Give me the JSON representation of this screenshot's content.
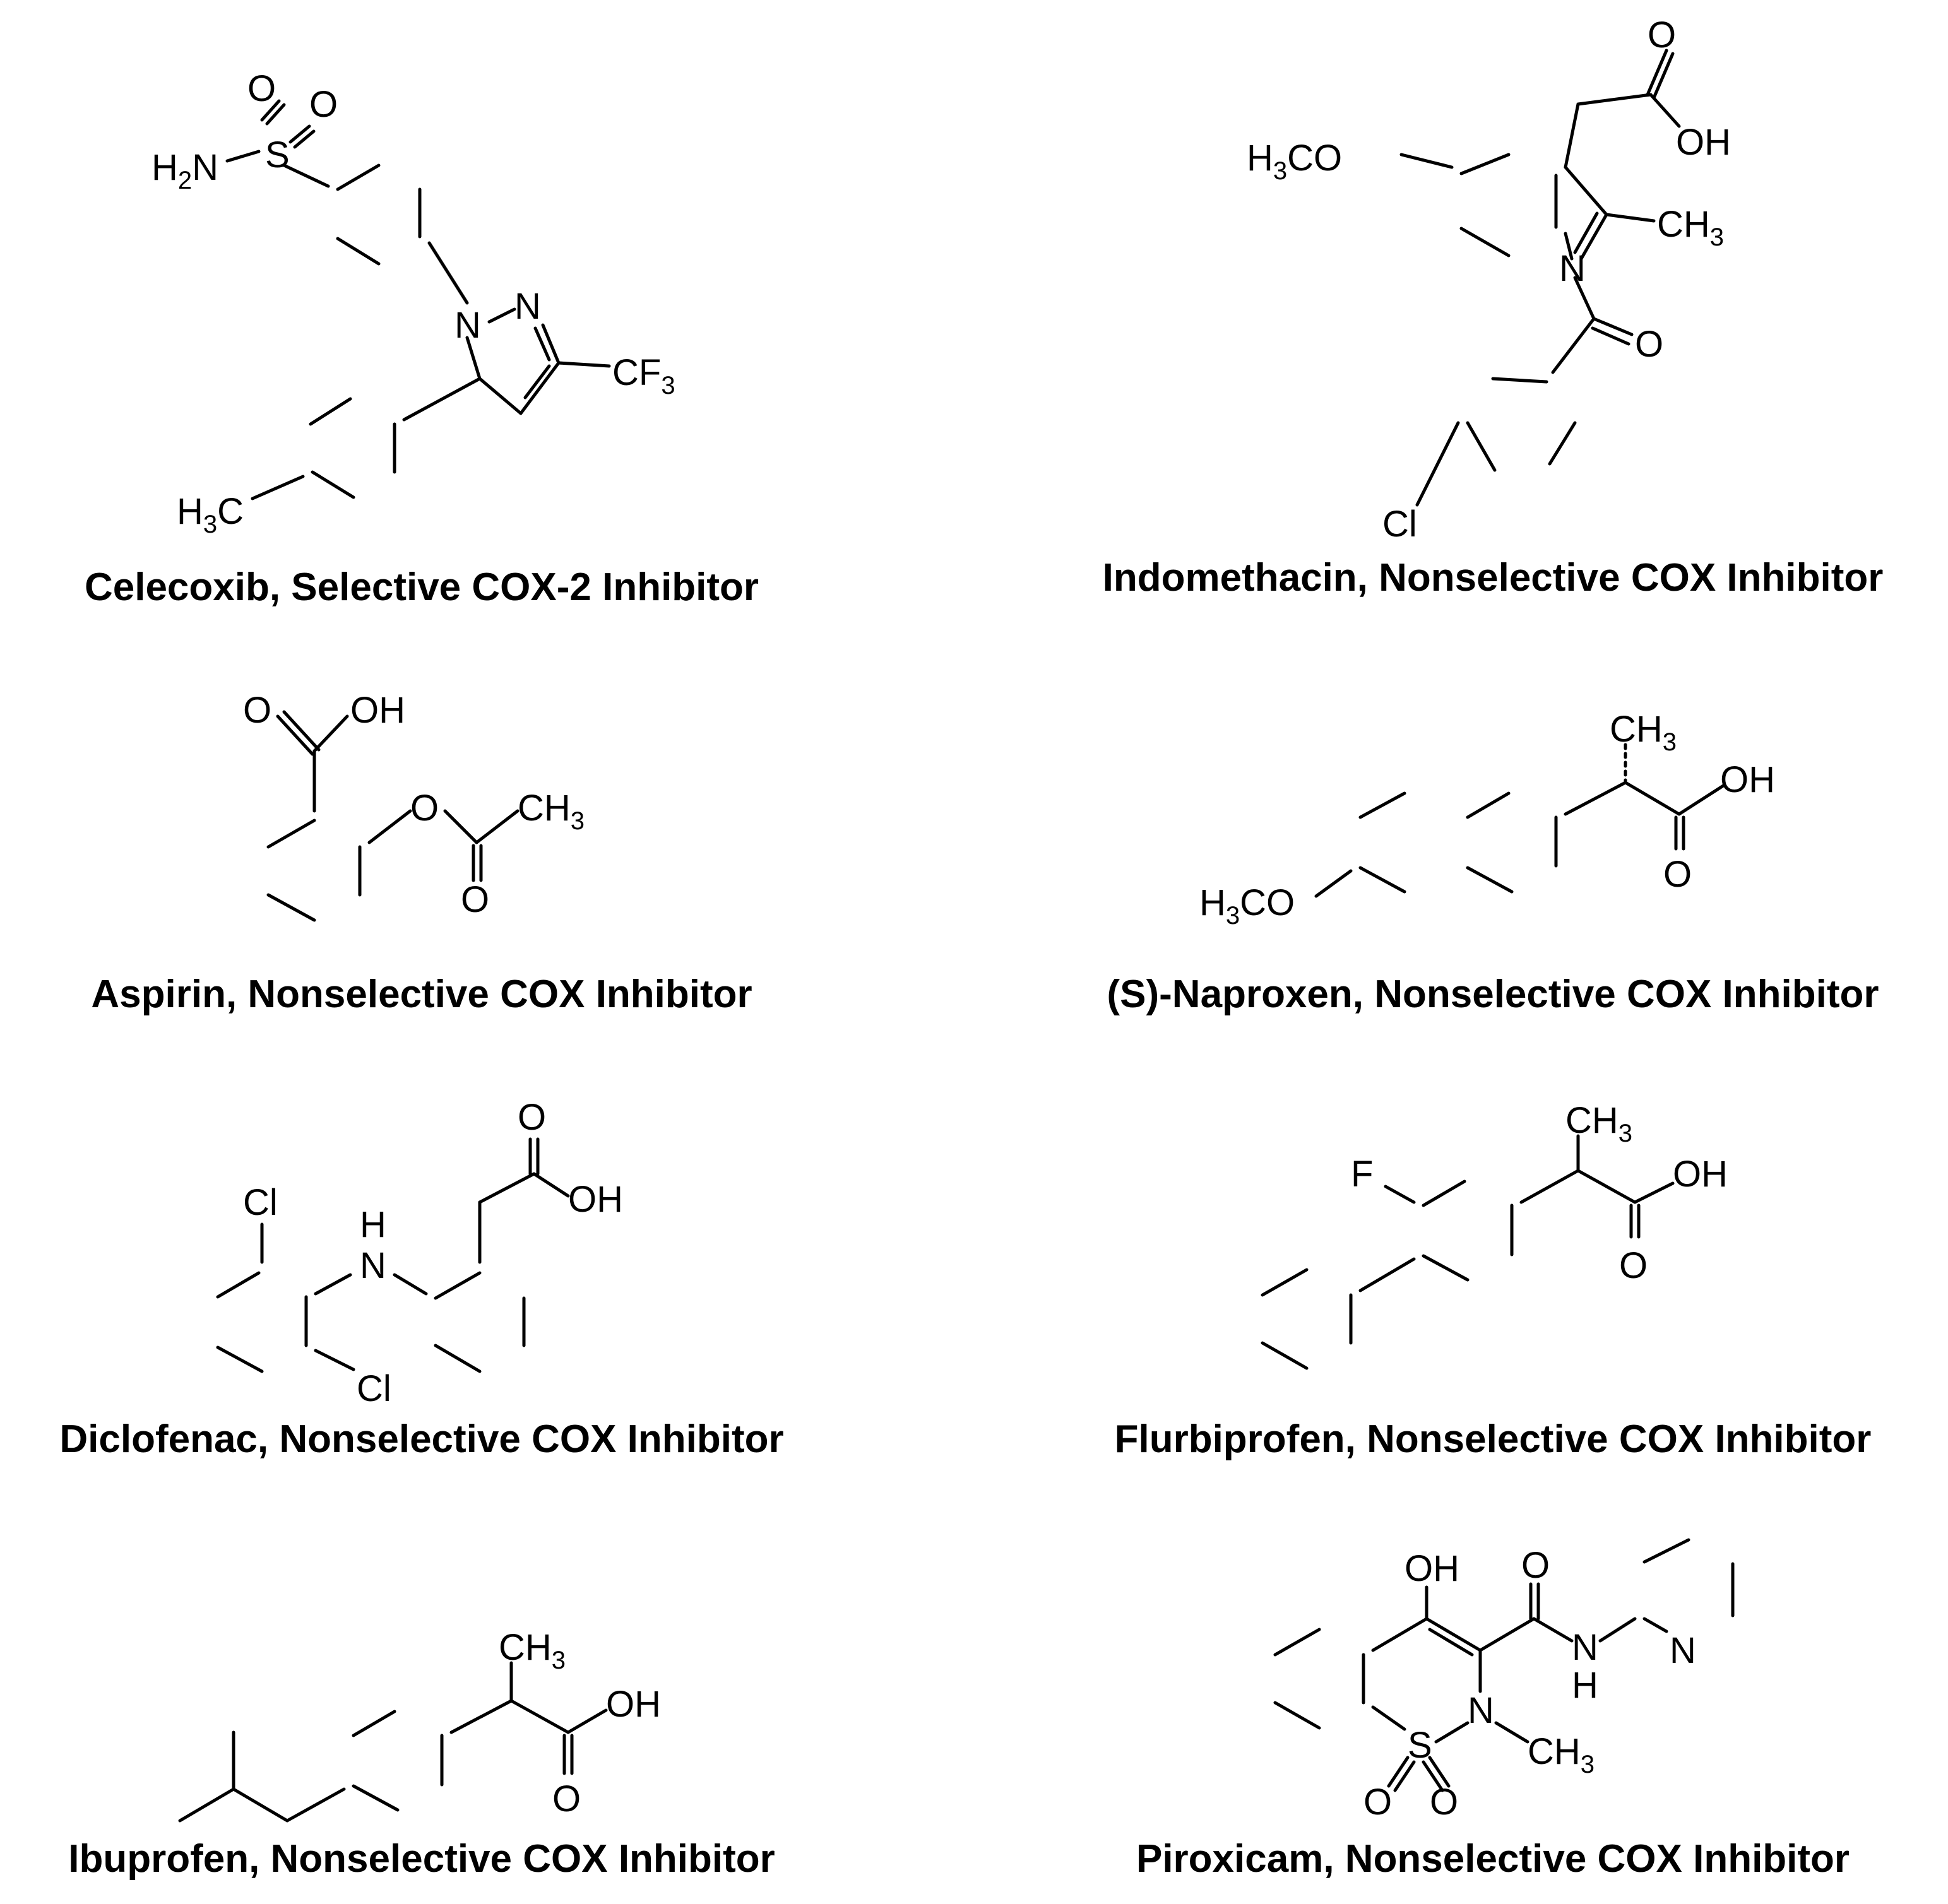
{
  "molecules": [
    {
      "id": "celecoxib",
      "caption": "Celecoxib, Selective COX-2 Inhibitor",
      "atoms": {
        "o1": "O",
        "o2": "O",
        "h2n": "H2N",
        "s": "S",
        "n1": "N",
        "n2": "N",
        "cf3": "CF3",
        "h3c": "H3C"
      }
    },
    {
      "id": "indomethacin",
      "caption": "Indomethacin, Nonselective COX Inhibitor",
      "atoms": {
        "o_top": "O",
        "oh": "OH",
        "h3co": "H3CO",
        "ch3": "CH3",
        "n": "N",
        "o_amide": "O",
        "cl": "Cl"
      }
    },
    {
      "id": "aspirin",
      "caption": "Aspirin, Nonselective COX Inhibitor",
      "atoms": {
        "o_acid": "O",
        "oh": "OH",
        "o_ester": "O",
        "ch3": "CH3",
        "o_carbonyl": "O"
      }
    },
    {
      "id": "naproxen",
      "caption": "(S)-Naproxen, Nonselective COX Inhibitor",
      "atoms": {
        "ch3": "CH3",
        "oh": "OH",
        "o": "O",
        "h3co": "H3CO"
      }
    },
    {
      "id": "diclofenac",
      "caption": "Diclofenac, Nonselective COX Inhibitor",
      "atoms": {
        "o": "O",
        "oh": "OH",
        "cl1": "Cl",
        "nh_h": "H",
        "nh_n": "N",
        "cl2": "Cl"
      }
    },
    {
      "id": "flurbiprofen",
      "caption": "Flurbiprofen, Nonselective COX Inhibitor",
      "atoms": {
        "ch3": "CH3",
        "f": "F",
        "oh": "OH",
        "o": "O"
      }
    },
    {
      "id": "ibuprofen",
      "caption": "Ibuprofen, Nonselective COX Inhibitor",
      "atoms": {
        "ch3": "CH3",
        "oh": "OH",
        "o": "O"
      }
    },
    {
      "id": "piroxicam",
      "caption": "Piroxicam, Nonselective COX Inhibitor",
      "atoms": {
        "oh": "OH",
        "o_amide": "O",
        "n_amide": "N",
        "h_amide": "H",
        "n_pyr": "N",
        "n_ring": "N",
        "ch3": "CH3",
        "s": "S",
        "o1": "O",
        "o2": "O"
      }
    }
  ]
}
